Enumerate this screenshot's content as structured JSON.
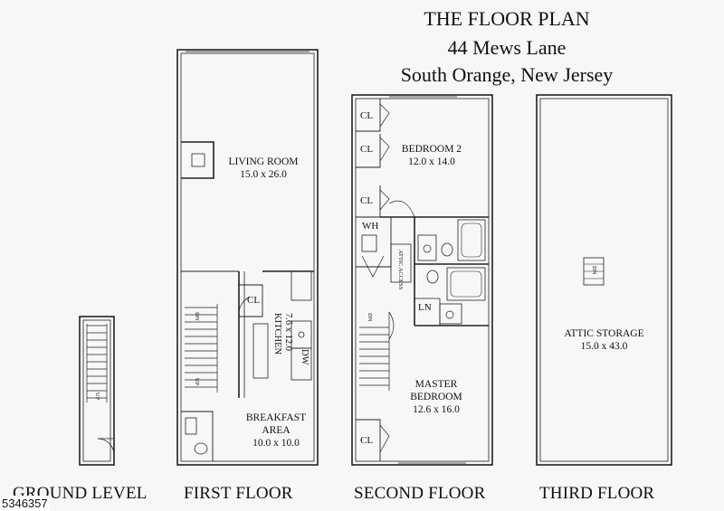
{
  "header": {
    "title": "THE FLOOR PLAN",
    "address": "44 Mews Lane",
    "city": "South Orange, New Jersey"
  },
  "floors": {
    "ground": {
      "label": "GROUND LEVEL",
      "stair_up": "UP"
    },
    "first": {
      "label": "FIRST FLOOR",
      "living_room": {
        "name": "LIVING ROOM",
        "size": "15.0 x 26.0"
      },
      "closet": "CL",
      "kitchen": {
        "name": "KITCHEN",
        "size": "7.6 x 12.0"
      },
      "dishwasher": "DW",
      "breakfast": {
        "name1": "BREAKFAST",
        "name2": "AREA",
        "size": "10.0 x 10.0"
      },
      "stair_dn": "DN",
      "stair_up": "UP"
    },
    "second": {
      "label": "SECOND FLOOR",
      "closet_1": "CL",
      "closet_2": "CL",
      "closet_3": "CL",
      "closet_4": "CL",
      "bedroom2": {
        "name": "BEDROOM 2",
        "size": "12.0 x 14.0"
      },
      "water_heater": "WH",
      "attic_access": "ATTIC ACCESS",
      "linen": "LN",
      "master": {
        "name1": "MASTER",
        "name2": "BEDROOM",
        "size": "12.6 x 16.0"
      },
      "stair_dn": "DN"
    },
    "third": {
      "label": "THIRD FLOOR",
      "attic": {
        "name": "ATTIC STORAGE",
        "size": "15.0 x 43.0"
      },
      "stair_dn": "DN"
    }
  },
  "listing_id": "5346357"
}
